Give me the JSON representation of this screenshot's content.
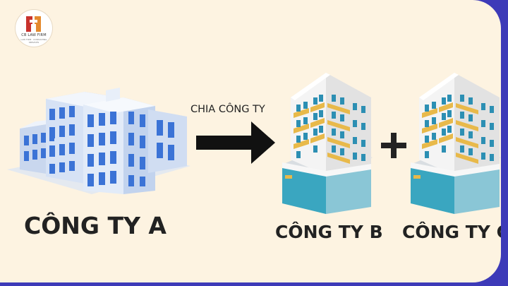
{
  "logo": {
    "name": "CB LAW FIRM",
    "subtitle": "LAW FIRM · CONSULTING SERVICES"
  },
  "arrow": {
    "label": "CHIA CÔNG TY"
  },
  "companies": {
    "a": "CÔNG TY A",
    "b": "CÔNG TY B",
    "c": "CÔNG TY C"
  },
  "operator": "+",
  "colors": {
    "background": "#fdf3e1",
    "frame": "#3d3ab8",
    "building_a": "#dce8f8",
    "window_a": "#3b73d6",
    "building_bc": "#eeeeee",
    "window_bc": "#2c8fb3",
    "balcony": "#e8b94a",
    "ground_glass": "#3aa6c0"
  }
}
